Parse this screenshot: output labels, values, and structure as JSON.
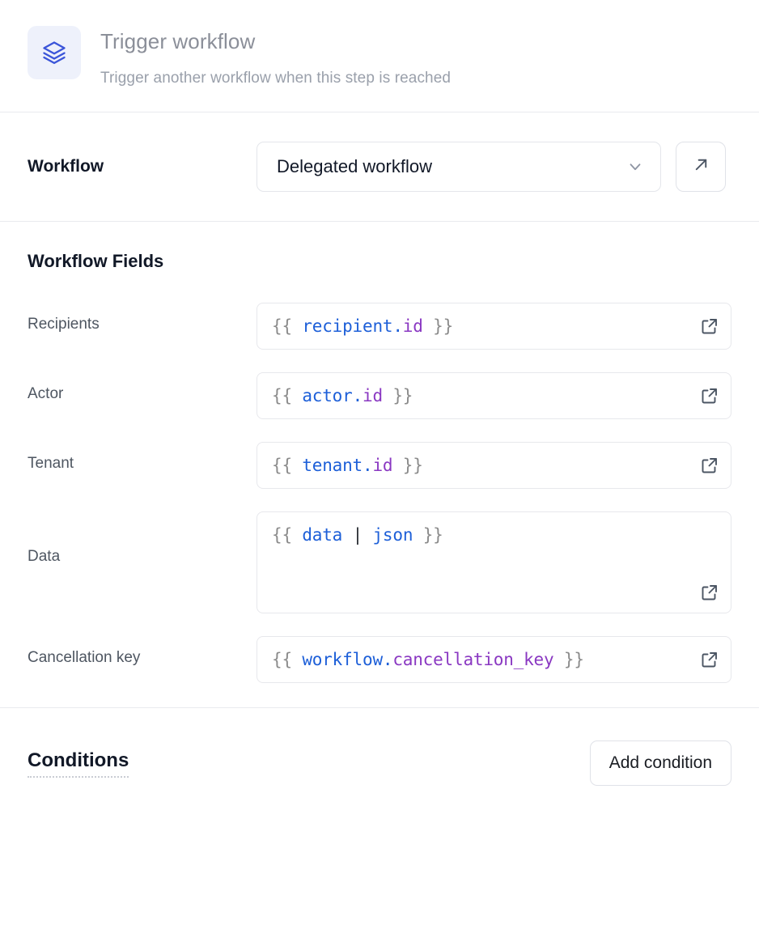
{
  "header": {
    "icon": "layers-icon",
    "icon_bg": "#eef1fb",
    "icon_color": "#3b55d9",
    "title": "Trigger workflow",
    "subtitle": "Trigger another workflow when this step is reached"
  },
  "workflow_row": {
    "label": "Workflow",
    "select_value": "Delegated workflow",
    "chevron_icon": "chevron-down-icon",
    "open_icon": "arrow-up-right-icon"
  },
  "fields_section": {
    "heading": "Workflow Fields",
    "external_icon": "external-link-icon",
    "fields": [
      {
        "label": "Recipients",
        "value": "{{ recipient.id }}",
        "multiline": false,
        "tokens": [
          {
            "text": "{{ ",
            "type": "brace"
          },
          {
            "text": "recipient",
            "type": "obj"
          },
          {
            "text": ".",
            "type": "obj"
          },
          {
            "text": "id",
            "type": "prop"
          },
          {
            "text": " }}",
            "type": "brace"
          }
        ]
      },
      {
        "label": "Actor",
        "value": "{{ actor.id }}",
        "multiline": false,
        "tokens": [
          {
            "text": "{{ ",
            "type": "brace"
          },
          {
            "text": "actor",
            "type": "obj"
          },
          {
            "text": ".",
            "type": "obj"
          },
          {
            "text": "id",
            "type": "prop"
          },
          {
            "text": " }}",
            "type": "brace"
          }
        ]
      },
      {
        "label": "Tenant",
        "value": "{{ tenant.id }}",
        "multiline": false,
        "tokens": [
          {
            "text": "{{ ",
            "type": "brace"
          },
          {
            "text": "tenant",
            "type": "obj"
          },
          {
            "text": ".",
            "type": "obj"
          },
          {
            "text": "id",
            "type": "prop"
          },
          {
            "text": " }}",
            "type": "brace"
          }
        ]
      },
      {
        "label": "Data",
        "value": "{{ data | json }}",
        "multiline": true,
        "tokens": [
          {
            "text": "{{ ",
            "type": "brace"
          },
          {
            "text": "data",
            "type": "obj"
          },
          {
            "text": " ",
            "type": "brace"
          },
          {
            "text": "|",
            "type": "pipe"
          },
          {
            "text": " ",
            "type": "brace"
          },
          {
            "text": "json",
            "type": "filter"
          },
          {
            "text": " }}",
            "type": "brace"
          }
        ]
      },
      {
        "label": "Cancellation key",
        "value": "{{ workflow.cancellation_key }}",
        "multiline": false,
        "tokens": [
          {
            "text": "{{ ",
            "type": "brace"
          },
          {
            "text": "workflow",
            "type": "obj"
          },
          {
            "text": ".",
            "type": "obj"
          },
          {
            "text": "cancellation_key",
            "type": "prop"
          },
          {
            "text": " }}",
            "type": "brace"
          }
        ]
      }
    ]
  },
  "conditions_section": {
    "title": "Conditions",
    "add_button_label": "Add condition"
  },
  "colors": {
    "accent_blue": "#1d5fd8",
    "accent_purple": "#8a38c2",
    "brace_gray": "#8b8b8b",
    "border": "#e7e8ec",
    "divider": "#e9eaee",
    "title_gray": "#8b8f99"
  }
}
